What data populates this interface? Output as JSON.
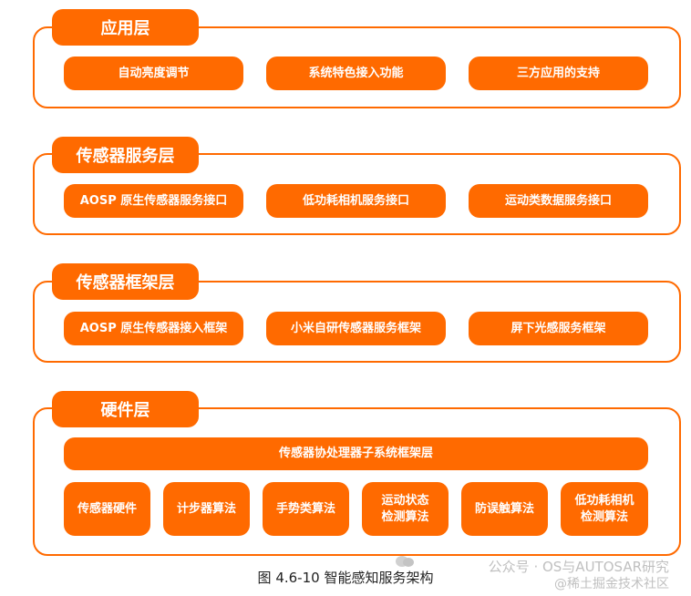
{
  "layers": [
    {
      "title": "应用层",
      "items": [
        "自动亮度调节",
        "系统特色接入功能",
        "三方应用的支持"
      ]
    },
    {
      "title": "传感器服务层",
      "items": [
        "AOSP 原生传感器服务接口",
        "低功耗相机服务接口",
        "运动类数据服务接口"
      ]
    },
    {
      "title": "传感器框架层",
      "items": [
        "AOSP 原生传感器接入框架",
        "小米自研传感器服务框架",
        "屏下光感服务框架"
      ]
    },
    {
      "title": "硬件层",
      "bar": "传感器协处理器子系统框架层",
      "items": [
        "传感器硬件",
        "计步器算法",
        "手势类算法",
        "运动状态\n检测算法",
        "防误触算法",
        "低功耗相机\n检测算法"
      ]
    }
  ],
  "caption": "图 4.6-10  智能感知服务架构",
  "watermark": {
    "line1": "公众号 · OS与AUTOSAR研究",
    "line2": "@稀土掘金技术社区"
  },
  "colors": {
    "accent": "#ff6a00"
  }
}
